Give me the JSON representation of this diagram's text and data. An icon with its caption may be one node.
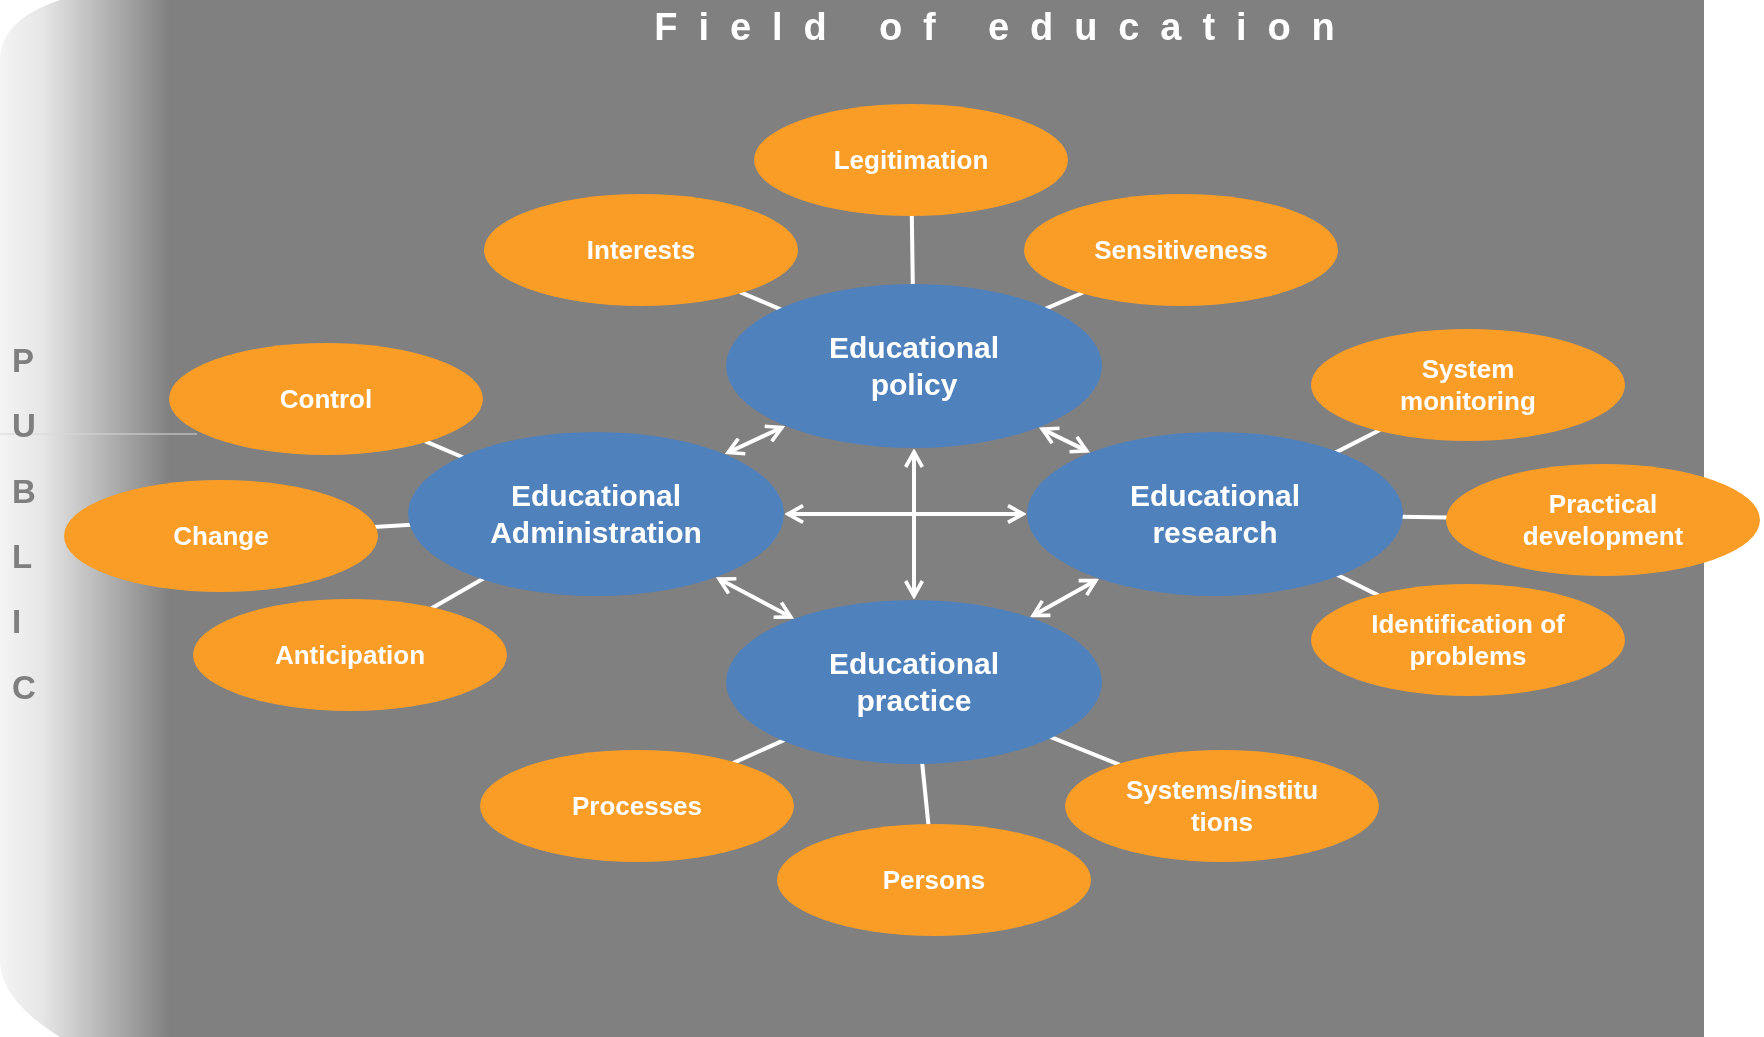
{
  "diagram": {
    "title": "Field of education",
    "nodes": [
      {
        "text": [
          "Legitimation"
        ]
      },
      {
        "text": [
          "Interests"
        ]
      },
      {
        "text": [
          "Sensitiveness"
        ]
      },
      {
        "text": [
          "Educational policy"
        ]
      },
      {
        "text": [
          "System monitoring"
        ]
      },
      {
        "text": [
          "Control"
        ]
      },
      {
        "text": [
          "Educational Administration"
        ]
      },
      {
        "text": [
          "Educational research"
        ]
      },
      {
        "text": [
          "Change"
        ]
      },
      {
        "text": [
          "Practical development"
        ]
      },
      {
        "text": [
          "Anticipation"
        ]
      },
      {
        "text": [
          "Identification of problems"
        ]
      },
      {
        "text": [
          "Educational practice"
        ]
      },
      {
        "text": [
          "Processes"
        ]
      },
      {
        "text": [
          "Systems/institutions"
        ]
      },
      {
        "text": [
          "Persons"
        ]
      }
    ],
    "edges": [
      {
        "from": 3,
        "to": 0,
        "arrow": "none"
      },
      {
        "from": 3,
        "to": 1,
        "arrow": "none"
      },
      {
        "from": 3,
        "to": 2,
        "arrow": "none"
      },
      {
        "from": 6,
        "to": 5,
        "arrow": "none"
      },
      {
        "from": 6,
        "to": 8,
        "arrow": "none"
      },
      {
        "from": 6,
        "to": 10,
        "arrow": "none"
      },
      {
        "from": 7,
        "to": 4,
        "arrow": "none"
      },
      {
        "from": 7,
        "to": 9,
        "arrow": "none"
      },
      {
        "from": 7,
        "to": 11,
        "arrow": "none"
      },
      {
        "from": 12,
        "to": 13,
        "arrow": "none"
      },
      {
        "from": 12,
        "to": 15,
        "arrow": "none"
      },
      {
        "from": 12,
        "to": 14,
        "arrow": "none"
      },
      {
        "from": 6,
        "to": 3,
        "arrow": "both"
      },
      {
        "from": 3,
        "to": 7,
        "arrow": "both"
      },
      {
        "from": 6,
        "to": 12,
        "arrow": "both"
      },
      {
        "from": 7,
        "to": 12,
        "arrow": "both"
      },
      {
        "from": 6,
        "to": 7,
        "arrow": "both"
      },
      {
        "from": 3,
        "to": 12,
        "arrow": "both"
      }
    ],
    "labels": [
      "PUBLIC"
    ]
  }
}
